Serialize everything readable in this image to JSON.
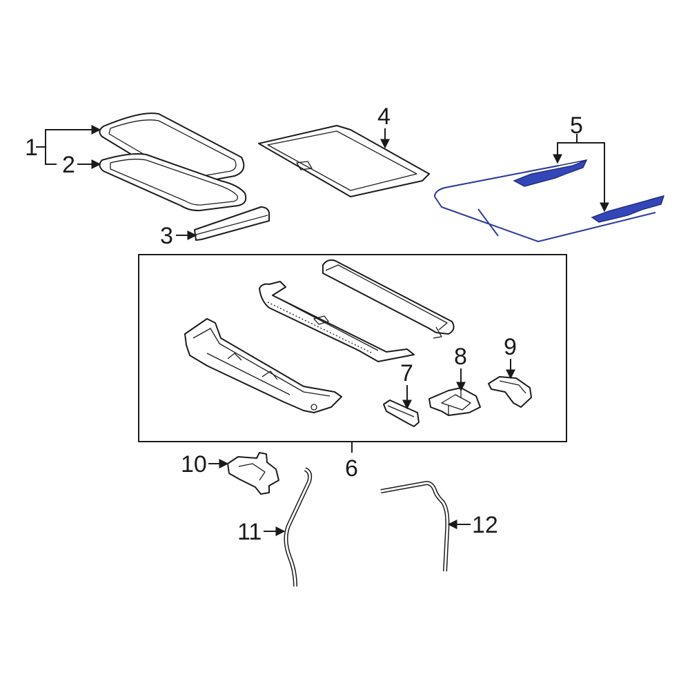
{
  "diagram": {
    "callouts": {
      "c1": "1",
      "c2": "2",
      "c3": "3",
      "c4": "4",
      "c5": "5",
      "c6": "6",
      "c7": "7",
      "c8": "8",
      "c9": "9",
      "c10": "10",
      "c11": "11",
      "c12": "12"
    },
    "colors": {
      "line": "#1a1a1a",
      "highlight": "#3347b8",
      "background": "#ffffff"
    }
  }
}
